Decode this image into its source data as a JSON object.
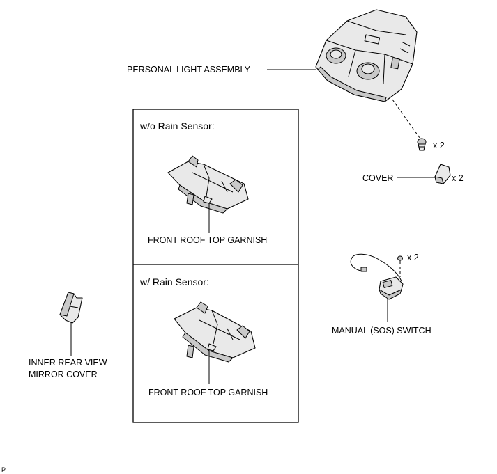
{
  "labels": {
    "personal_light": "PERSONAL LIGHT ASSEMBLY",
    "screw_qty": "x 2",
    "cover": "COVER",
    "cover_qty": "x 2",
    "without_rain_sensor": "w/o Rain Sensor:",
    "garnish_top": "FRONT ROOF TOP GARNISH",
    "with_rain_sensor": "w/ Rain Sensor:",
    "garnish_bottom": "FRONT ROOF TOP GARNISH",
    "switch_screw_qty": "x 2",
    "manual_switch": "MANUAL (SOS) SWITCH",
    "mirror_cover_line1": "INNER REAR VIEW",
    "mirror_cover_line2": "MIRROR COVER",
    "corner_mark": "P"
  },
  "icons": {
    "personal_light": "personal-light-assembly-icon",
    "screw": "screw-icon",
    "cover": "cover-clip-icon",
    "garnish": "roof-garnish-icon",
    "switch": "sos-switch-icon",
    "mirror_cover": "mirror-cover-icon"
  }
}
